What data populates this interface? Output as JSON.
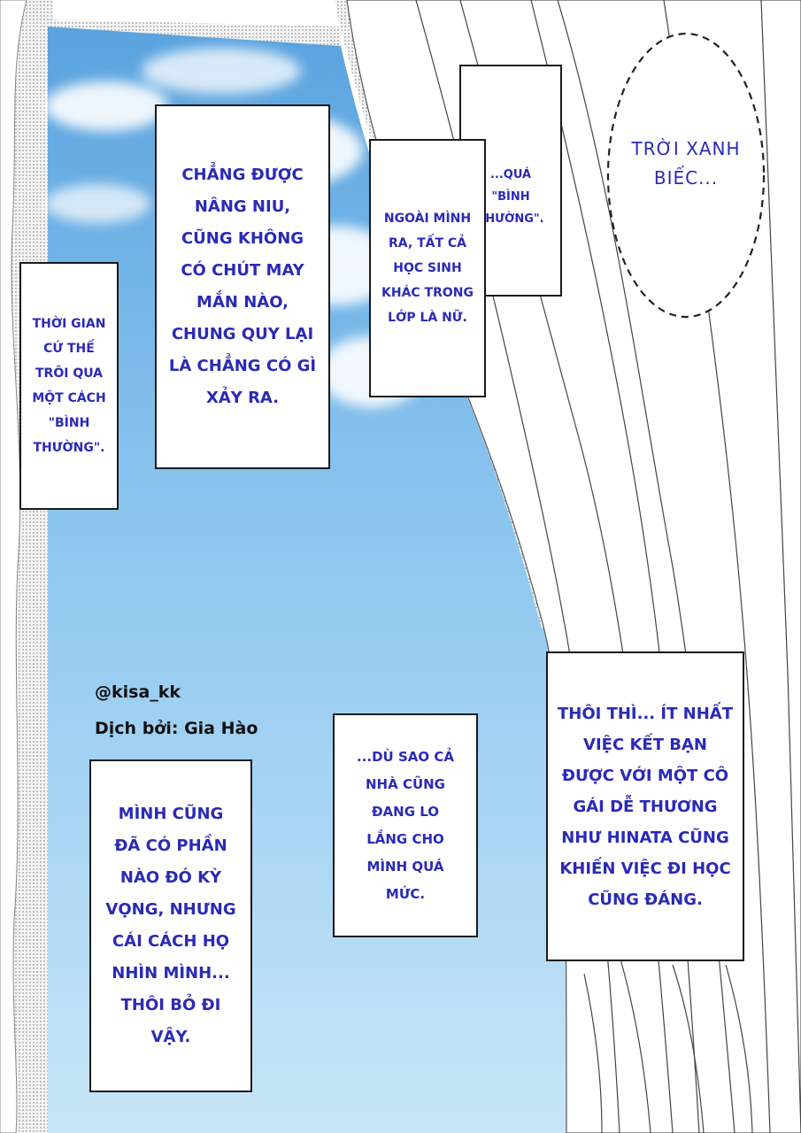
{
  "colors": {
    "text_blue": "#2a2ab8",
    "sky_top": "#5aa3df",
    "sky_bottom": "#c8e6f8",
    "border": "#1a1a1a"
  },
  "captions": {
    "top_middle": "Chẳng được nâng niu, cũng không có chút may mắn nào, chung quy lại là chẳng có gì xảy ra.",
    "left": "Thời gian cứ thế trôi qua một cách \"bình thường\".",
    "classmates": "Ngoài mình ra, tất cả học sinh khác trong lớp là nữ.",
    "normal": "...quá \"bình thường\".",
    "bottom_left": "Mình cũng đã có phần nào đó kỳ vọng, nhưng cái cách họ nhìn mình... thôi bỏ đi vậy.",
    "family": "...dù sao cả nhà cũng đang lo lắng cho mình quá mức.",
    "hinata": "Thôi thì... ít nhất việc kết bạn được với một cô gái dễ thương như Hinata cũng khiến việc đi học cũng đáng."
  },
  "bubble": {
    "text": "Trời xanh biếc..."
  },
  "credits": {
    "author": "@kisa_kk",
    "translator": "Dịch bởi: Gia Hào"
  }
}
